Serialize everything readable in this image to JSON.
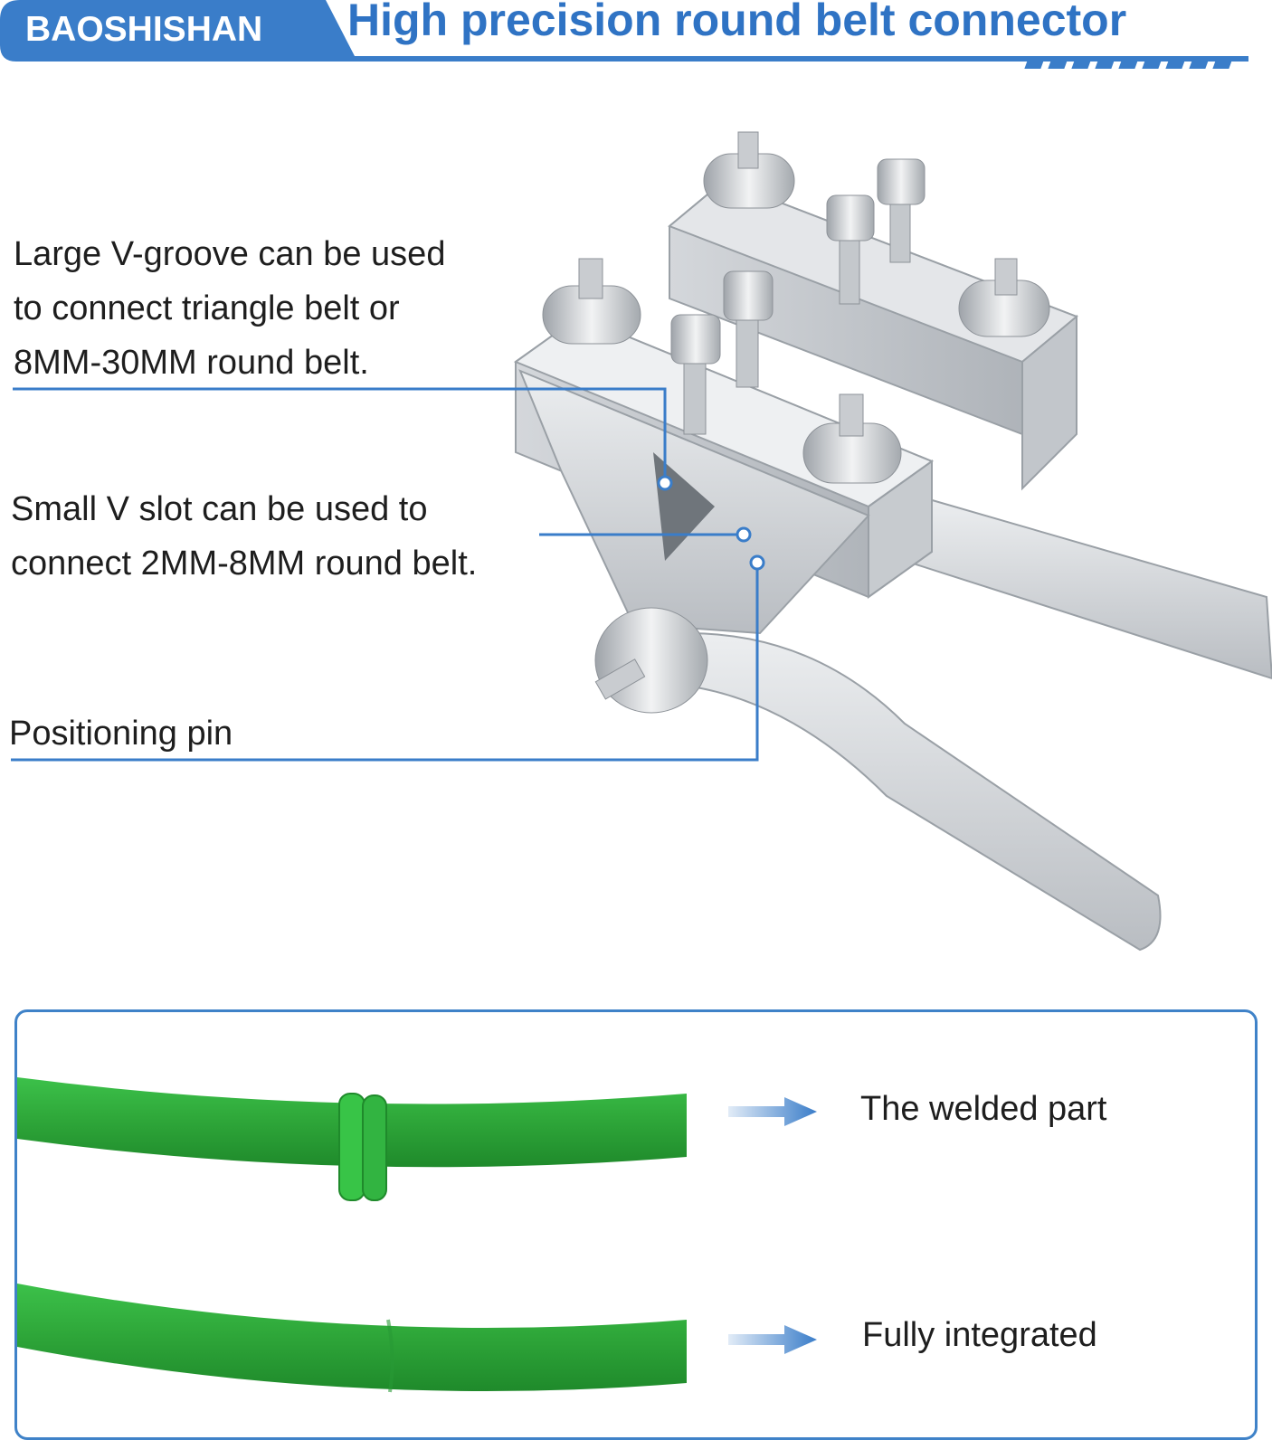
{
  "banner": {
    "brand": "BAOSHISHAN",
    "headline": "High precision round belt connector",
    "accent_color": "#3a7dc9"
  },
  "callouts": {
    "large_v_groove": [
      "Large V-groove can be used",
      "to connect triangle belt or",
      "8MM-30MM round belt."
    ],
    "small_v_slot": [
      "Small V slot can be used to",
      "connect 2MM-8MM round belt."
    ],
    "positioning_pin": "Positioning pin"
  },
  "belt_panel": {
    "welded_label": "The welded part",
    "integrated_label": "Fully integrated",
    "belt_color": "#2fa83a"
  }
}
